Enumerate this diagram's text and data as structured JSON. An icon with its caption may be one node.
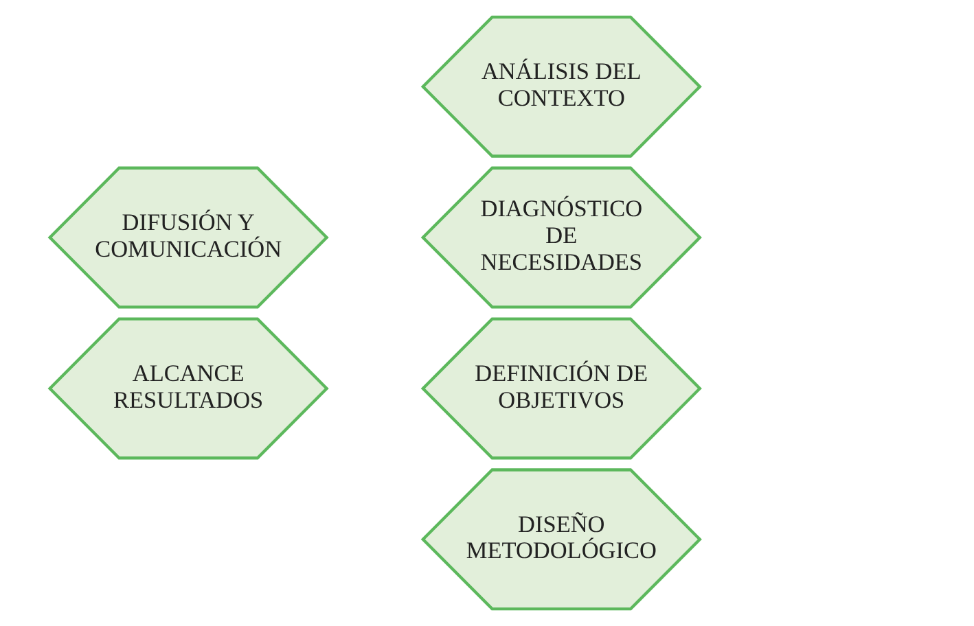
{
  "diagram": {
    "nodes": [
      {
        "text": [
          "ANÁLISIS DEL CONTEXTO"
        ]
      },
      {
        "text": [
          "DIFUSIÓN Y COMUNICACIÓN"
        ]
      },
      {
        "text": [
          "DIAGNÓSTICO DE NECESIDADES"
        ]
      },
      {
        "text": [
          "ALCANCE RESULTADOS"
        ]
      },
      {
        "text": [
          "DEFINICIÓN DE OBJETIVOS"
        ]
      },
      {
        "text": [
          "DISEÑO METODOLÓGICO"
        ]
      }
    ],
    "edges": []
  }
}
